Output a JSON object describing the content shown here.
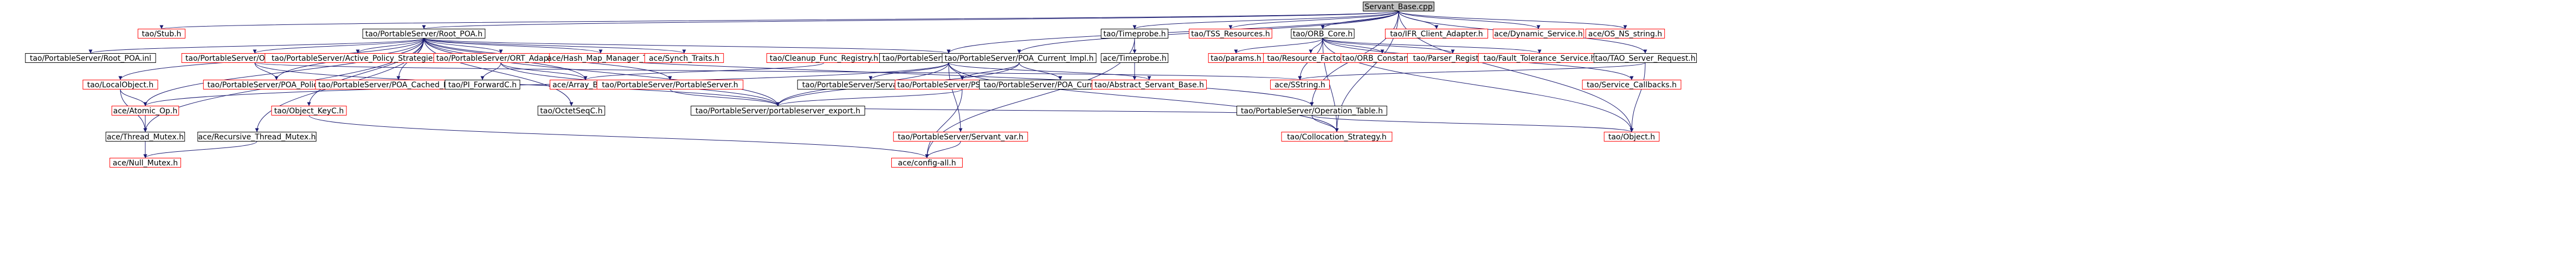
{
  "graph": {
    "root": "Servant_Base.cpp",
    "nodes": [
      {
        "id": "root",
        "label": "Servant_Base.cpp",
        "color": "root"
      },
      {
        "id": "stub",
        "label": "tao/Stub.h",
        "color": "red"
      },
      {
        "id": "rootpoa",
        "label": "tao/PortableServer/Root_POA.h",
        "color": "black"
      },
      {
        "id": "timeprobe_tao",
        "label": "tao/Timeprobe.h",
        "color": "black"
      },
      {
        "id": "tss",
        "label": "tao/TSS_Resources.h",
        "color": "red"
      },
      {
        "id": "orbcore",
        "label": "tao/ORB_Core.h",
        "color": "black"
      },
      {
        "id": "ifr",
        "label": "tao/IFR_Client_Adapter.h",
        "color": "red"
      },
      {
        "id": "dynservice",
        "label": "ace/Dynamic_Service.h",
        "color": "red"
      },
      {
        "id": "osns",
        "label": "ace/OS_NS_string.h",
        "color": "red"
      },
      {
        "id": "rootpoainl",
        "label": "tao/PortableServer/Root_POA.inl",
        "color": "black"
      },
      {
        "id": "objadapter",
        "label": "tao/PortableServer/Object_Adapter.h",
        "color": "red"
      },
      {
        "id": "activepolicy",
        "label": "tao/PortableServer/Active_Policy_Strategies.h",
        "color": "red"
      },
      {
        "id": "oriadapter",
        "label": "tao/PortableServer/ORT_Adapter.h",
        "color": "red"
      },
      {
        "id": "hashmap",
        "label": "ace/Hash_Map_Manager_T.h",
        "color": "red"
      },
      {
        "id": "synchtraits",
        "label": "ace/Synch_Traits.h",
        "color": "red"
      },
      {
        "id": "cleanupfunc",
        "label": "tao/Cleanup_Func_Registry.h",
        "color": "red"
      },
      {
        "id": "servantbase",
        "label": "tao/PortableServer/Servant_Base.h",
        "color": "black"
      },
      {
        "id": "poacurrentimpl",
        "label": "tao/PortableServer/POA_Current_Impl.h",
        "color": "black"
      },
      {
        "id": "acetimeprobe",
        "label": "ace/Timeprobe.h",
        "color": "black"
      },
      {
        "id": "params",
        "label": "tao/params.h",
        "color": "red"
      },
      {
        "id": "resfactory",
        "label": "tao/Resource_Factory.h",
        "color": "red"
      },
      {
        "id": "orbconstants",
        "label": "tao/ORB_Constants.h",
        "color": "red"
      },
      {
        "id": "parserreg",
        "label": "tao/Parser_Registry.h",
        "color": "red"
      },
      {
        "id": "faulttol",
        "label": "tao/Fault_Tolerance_Service.h",
        "color": "red"
      },
      {
        "id": "serverreq",
        "label": "tao/TAO_Server_Request.h",
        "color": "black"
      },
      {
        "id": "localobject",
        "label": "tao/LocalObject.h",
        "color": "red"
      },
      {
        "id": "poapolicyset",
        "label": "tao/PortableServer/POA_Policy_Set.h",
        "color": "red"
      },
      {
        "id": "poacached",
        "label": "tao/PortableServer/POA_Cached_Policies.h",
        "color": "red"
      },
      {
        "id": "piforwardc",
        "label": "tao/PI_ForwardC.h",
        "color": "black"
      },
      {
        "id": "arraybase",
        "label": "ace/Array_Base.h",
        "color": "red"
      },
      {
        "id": "portableserverh",
        "label": "tao/PortableServer/PortableServer.h",
        "color": "red"
      },
      {
        "id": "servantbaseinl",
        "label": "tao/PortableServer/Servant_Base.inl",
        "color": "black"
      },
      {
        "id": "psforwardc",
        "label": "tao/PortableServer/PS_ForwardC.h",
        "color": "red"
      },
      {
        "id": "poacurrentinl",
        "label": "tao/PortableServer/POA_Current_Impl.inl",
        "color": "black"
      },
      {
        "id": "acetimeprobe2",
        "label": "ace/Timeprobe.h",
        "color": "red"
      },
      {
        "id": "sstring",
        "label": "ace/SString.h",
        "color": "red"
      },
      {
        "id": "opertable",
        "label": "tao/PortableServer/Operation_Table.h",
        "color": "black"
      },
      {
        "id": "servicecb",
        "label": "tao/Service_Callbacks.h",
        "color": "red"
      },
      {
        "id": "atomicop",
        "label": "ace/Atomic_Op.h",
        "color": "red"
      },
      {
        "id": "objectkeyc",
        "label": "tao/Object_KeyC.h",
        "color": "red"
      },
      {
        "id": "octetseqc",
        "label": "tao/OctetSeqC.h",
        "color": "black"
      },
      {
        "id": "psexport",
        "label": "tao/PortableServer/portableserver_export.h",
        "color": "black"
      },
      {
        "id": "abstractservant",
        "label": "tao/Abstract_Servant_Base.h",
        "color": "red"
      },
      {
        "id": "servantvar",
        "label": "tao/PortableServer/Servant_var.h",
        "color": "red"
      },
      {
        "id": "collocation",
        "label": "tao/Collocation_Strategy.h",
        "color": "red"
      },
      {
        "id": "taoobject",
        "label": "tao/Object.h",
        "color": "red"
      },
      {
        "id": "threadmutex",
        "label": "ace/Thread_Mutex.h",
        "color": "black"
      },
      {
        "id": "recursivemutex",
        "label": "ace/Recursive_Thread_Mutex.h",
        "color": "black"
      },
      {
        "id": "aceconfig",
        "label": "ace/config-all.h",
        "color": "red"
      },
      {
        "id": "nullmutex",
        "label": "ace/Null_Mutex.h",
        "color": "red"
      }
    ],
    "edges": [
      [
        "root",
        "stub"
      ],
      [
        "root",
        "rootpoa"
      ],
      [
        "root",
        "timeprobe_tao"
      ],
      [
        "root",
        "tss"
      ],
      [
        "root",
        "orbcore"
      ],
      [
        "root",
        "ifr"
      ],
      [
        "root",
        "dynservice"
      ],
      [
        "root",
        "osns"
      ],
      [
        "root",
        "servantbase"
      ],
      [
        "root",
        "poacurrentimpl"
      ],
      [
        "root",
        "opertable"
      ],
      [
        "root",
        "serverreq"
      ],
      [
        "root",
        "collocation"
      ],
      [
        "root",
        "taoobject"
      ],
      [
        "rootpoa",
        "rootpoainl"
      ],
      [
        "rootpoa",
        "objadapter"
      ],
      [
        "rootpoa",
        "activepolicy"
      ],
      [
        "rootpoa",
        "oriadapter"
      ],
      [
        "rootpoa",
        "hashmap"
      ],
      [
        "rootpoa",
        "synchtraits"
      ],
      [
        "rootpoa",
        "servantbase"
      ],
      [
        "rootpoa",
        "localobject"
      ],
      [
        "rootpoa",
        "poapolicyset"
      ],
      [
        "rootpoa",
        "poacached"
      ],
      [
        "rootpoa",
        "arraybase"
      ],
      [
        "rootpoa",
        "portableserverh"
      ],
      [
        "rootpoa",
        "psexport"
      ],
      [
        "rootpoa",
        "objectkeyc"
      ],
      [
        "rootpoa",
        "octetseqc"
      ],
      [
        "rootpoa",
        "threadmutex"
      ],
      [
        "rootpoa",
        "recursivemutex"
      ],
      [
        "rootpoa",
        "atomicop"
      ],
      [
        "rootpoa",
        "opertable"
      ],
      [
        "objadapter",
        "poapolicyset"
      ],
      [
        "objadapter",
        "psexport"
      ],
      [
        "objadapter",
        "sstring"
      ],
      [
        "oriadapter",
        "piforwardc"
      ],
      [
        "oriadapter",
        "arraybase"
      ],
      [
        "oriadapter",
        "psexport"
      ],
      [
        "servantbase",
        "servantbaseinl"
      ],
      [
        "servantbase",
        "psforwardc"
      ],
      [
        "servantbase",
        "abstractservant"
      ],
      [
        "servantbase",
        "psexport"
      ],
      [
        "servantbase",
        "servantvar"
      ],
      [
        "servantbase",
        "atomicop"
      ],
      [
        "servantbase",
        "collocation"
      ],
      [
        "poacurrentimpl",
        "poacurrentinl"
      ],
      [
        "poacurrentimpl",
        "psexport"
      ],
      [
        "poacurrentimpl",
        "psforwardc"
      ],
      [
        "timeprobe_tao",
        "acetimeprobe"
      ],
      [
        "timeprobe_tao",
        "acetimeprobe2"
      ],
      [
        "timeprobe_tao",
        "aceconfig"
      ],
      [
        "orbcore",
        "params"
      ],
      [
        "orbcore",
        "resfactory"
      ],
      [
        "orbcore",
        "orbconstants"
      ],
      [
        "orbcore",
        "parserreg"
      ],
      [
        "orbcore",
        "faulttol"
      ],
      [
        "orbcore",
        "servicecb"
      ],
      [
        "orbcore",
        "collocation"
      ],
      [
        "orbcore",
        "sstring"
      ],
      [
        "orbcore",
        "taoobject"
      ],
      [
        "serverreq",
        "taoobject"
      ],
      [
        "serverreq",
        "sstring"
      ],
      [
        "cleanupfunc",
        "arraybase"
      ],
      [
        "localobject",
        "atomicop"
      ],
      [
        "localobject",
        "threadmutex"
      ],
      [
        "portableserverh",
        "psexport"
      ],
      [
        "psforwardc",
        "psexport"
      ],
      [
        "psforwardc",
        "aceconfig"
      ],
      [
        "opertable",
        "collocation"
      ],
      [
        "opertable",
        "taoobject"
      ],
      [
        "opertable",
        "psexport"
      ],
      [
        "servantvar",
        "aceconfig"
      ],
      [
        "objectkeyc",
        "aceconfig"
      ],
      [
        "threadmutex",
        "nullmutex"
      ],
      [
        "recursivemutex",
        "nullmutex"
      ],
      [
        "atomicop",
        "threadmutex"
      ]
    ]
  },
  "colors": {
    "root_fill": "#bfbfbf",
    "red_border": "#ff0000",
    "black_border": "#000000",
    "edge": "#191970"
  }
}
